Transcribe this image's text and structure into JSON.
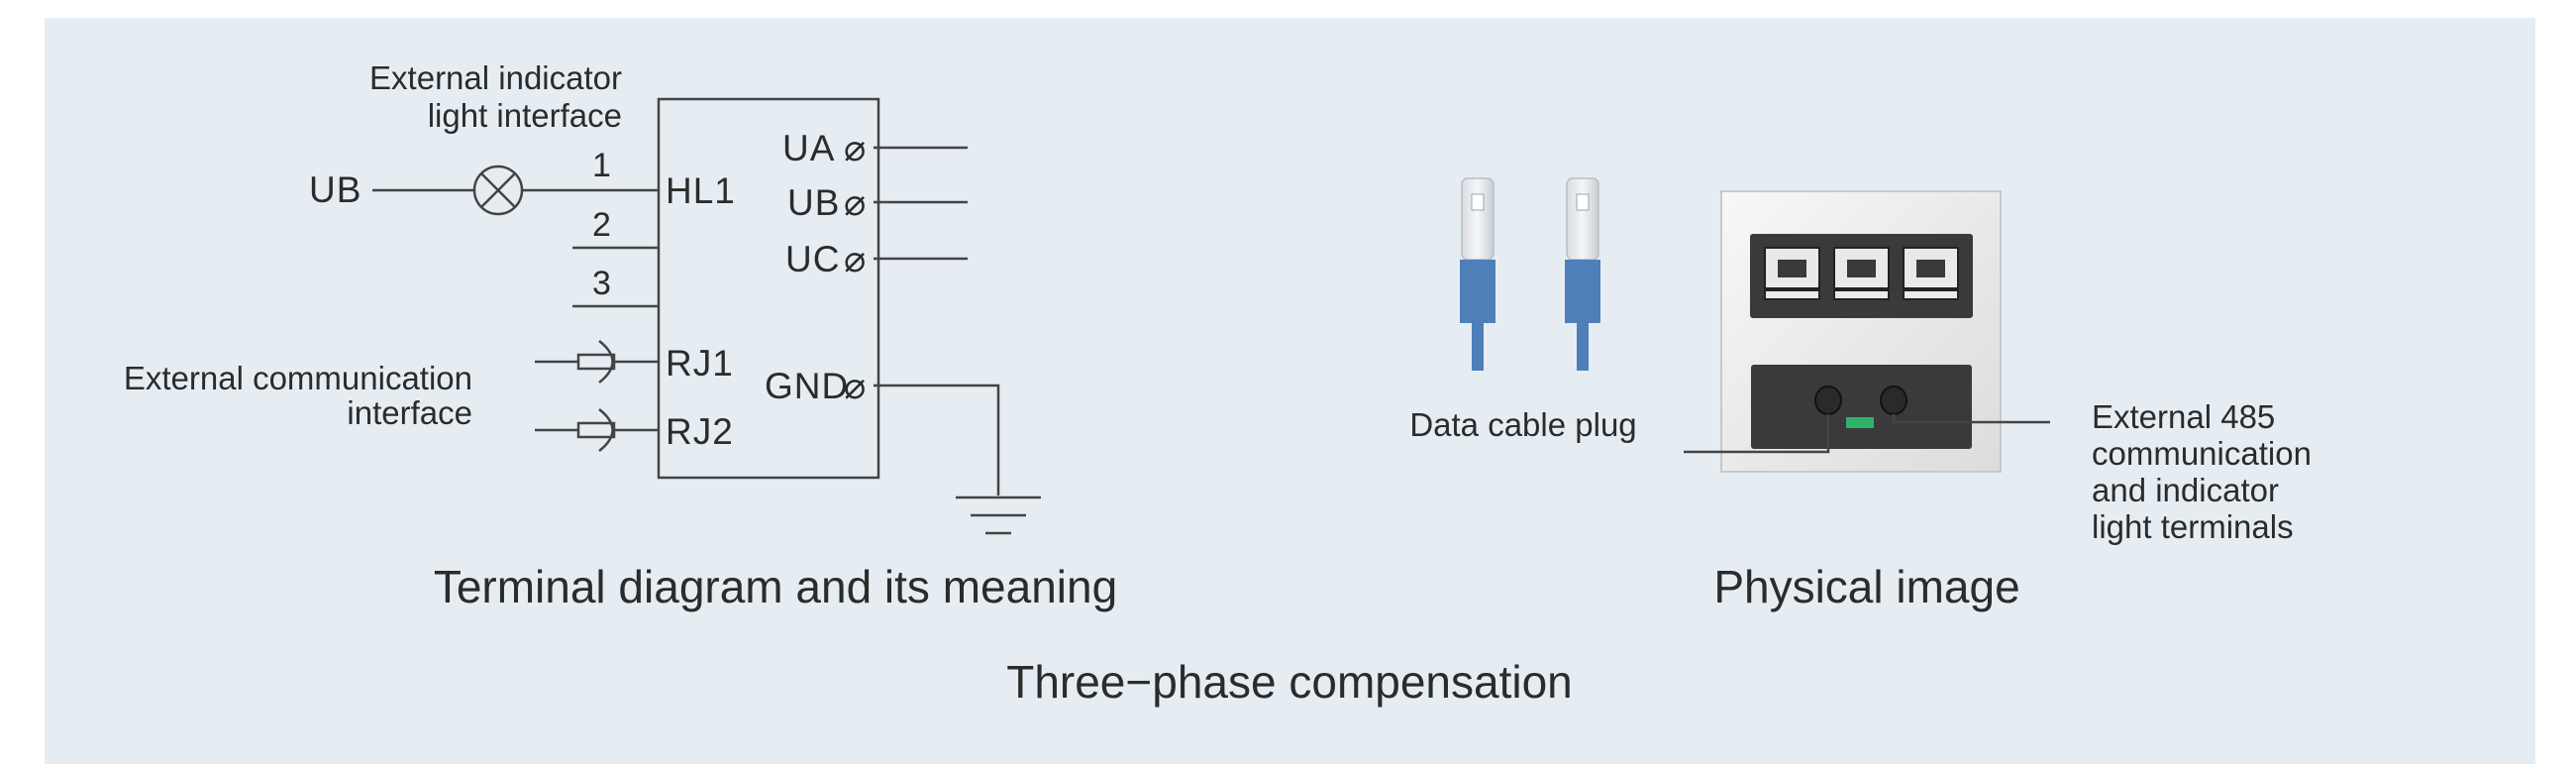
{
  "terminal_diagram": {
    "ext_indicator_label_line1": "External indicator",
    "ext_indicator_label_line2": "light interface",
    "ub_source": "UB",
    "wire_numbers": [
      "1",
      "2",
      "3"
    ],
    "pin_hl1": "HL1",
    "pin_rj1": "RJ1",
    "pin_rj2": "RJ2",
    "pin_ua": "UA",
    "pin_ub": "UB",
    "pin_uc": "UC",
    "pin_gnd": "GND",
    "terminal_symbol": "⌀",
    "ext_comm_label_line1": "External communication",
    "ext_comm_label_line2": "interface",
    "caption": "Terminal diagram and its meaning"
  },
  "physical": {
    "plug_label": "Data cable plug",
    "terminal_label_lines": [
      "External 485",
      "communication",
      "and indicator",
      "light terminals"
    ],
    "caption": "Physical image"
  },
  "footer_caption": "Three−phase compensation",
  "colors": {
    "panel_bg": "#e6edf2",
    "plug_blue": "#4e7fb8",
    "device_dark": "#3a3a3a",
    "device_face": "#ececec",
    "terminal_green": "#2fb36b"
  }
}
